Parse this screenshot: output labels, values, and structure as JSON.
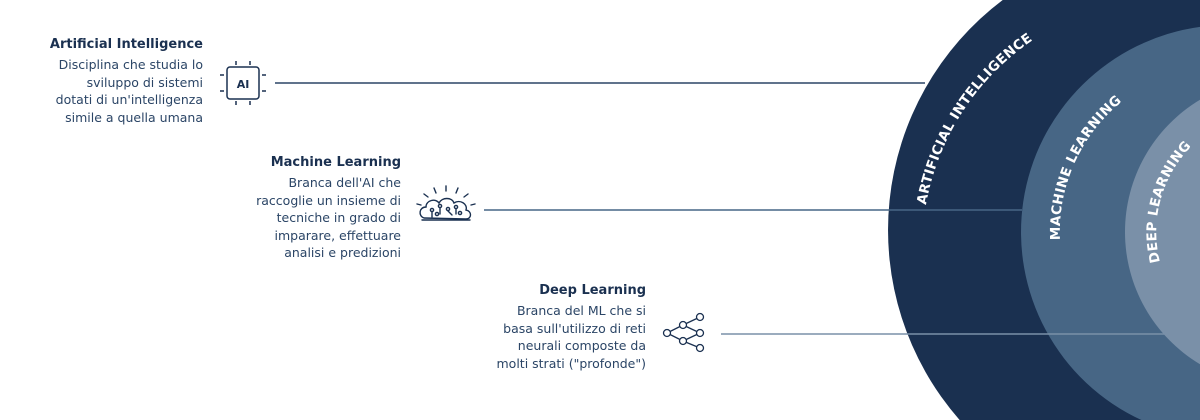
{
  "colors": {
    "ai": "#1a3050",
    "ml": "#476685",
    "dl": "#7a90a8",
    "text": "#2b4566"
  },
  "items": [
    {
      "title": "Artificial Intelligence",
      "lines": [
        "Disciplina che studia lo",
        "sviluppo di sistemi",
        "dotati di un'intelligenza",
        "simile a quella umana"
      ],
      "icon": "ai-chip-icon",
      "icon_text": "AI",
      "ring_label": "ARTIFICIAL INTELLIGENCE"
    },
    {
      "title": "Machine Learning",
      "lines": [
        "Branca dell'AI che",
        "raccoglie un insieme di",
        "tecniche in grado di",
        "imparare, effettuare",
        "analisi e predizioni"
      ],
      "icon": "brain-cloud-icon",
      "ring_label": "MACHINE LEARNING"
    },
    {
      "title": "Deep Learning",
      "lines": [
        "Branca del ML che si",
        "basa sull'utilizzo di reti",
        "neurali composte da",
        "molti strati (\"profonde\")"
      ],
      "icon": "neural-network-icon",
      "ring_label": "DEEP LEARNING"
    }
  ]
}
